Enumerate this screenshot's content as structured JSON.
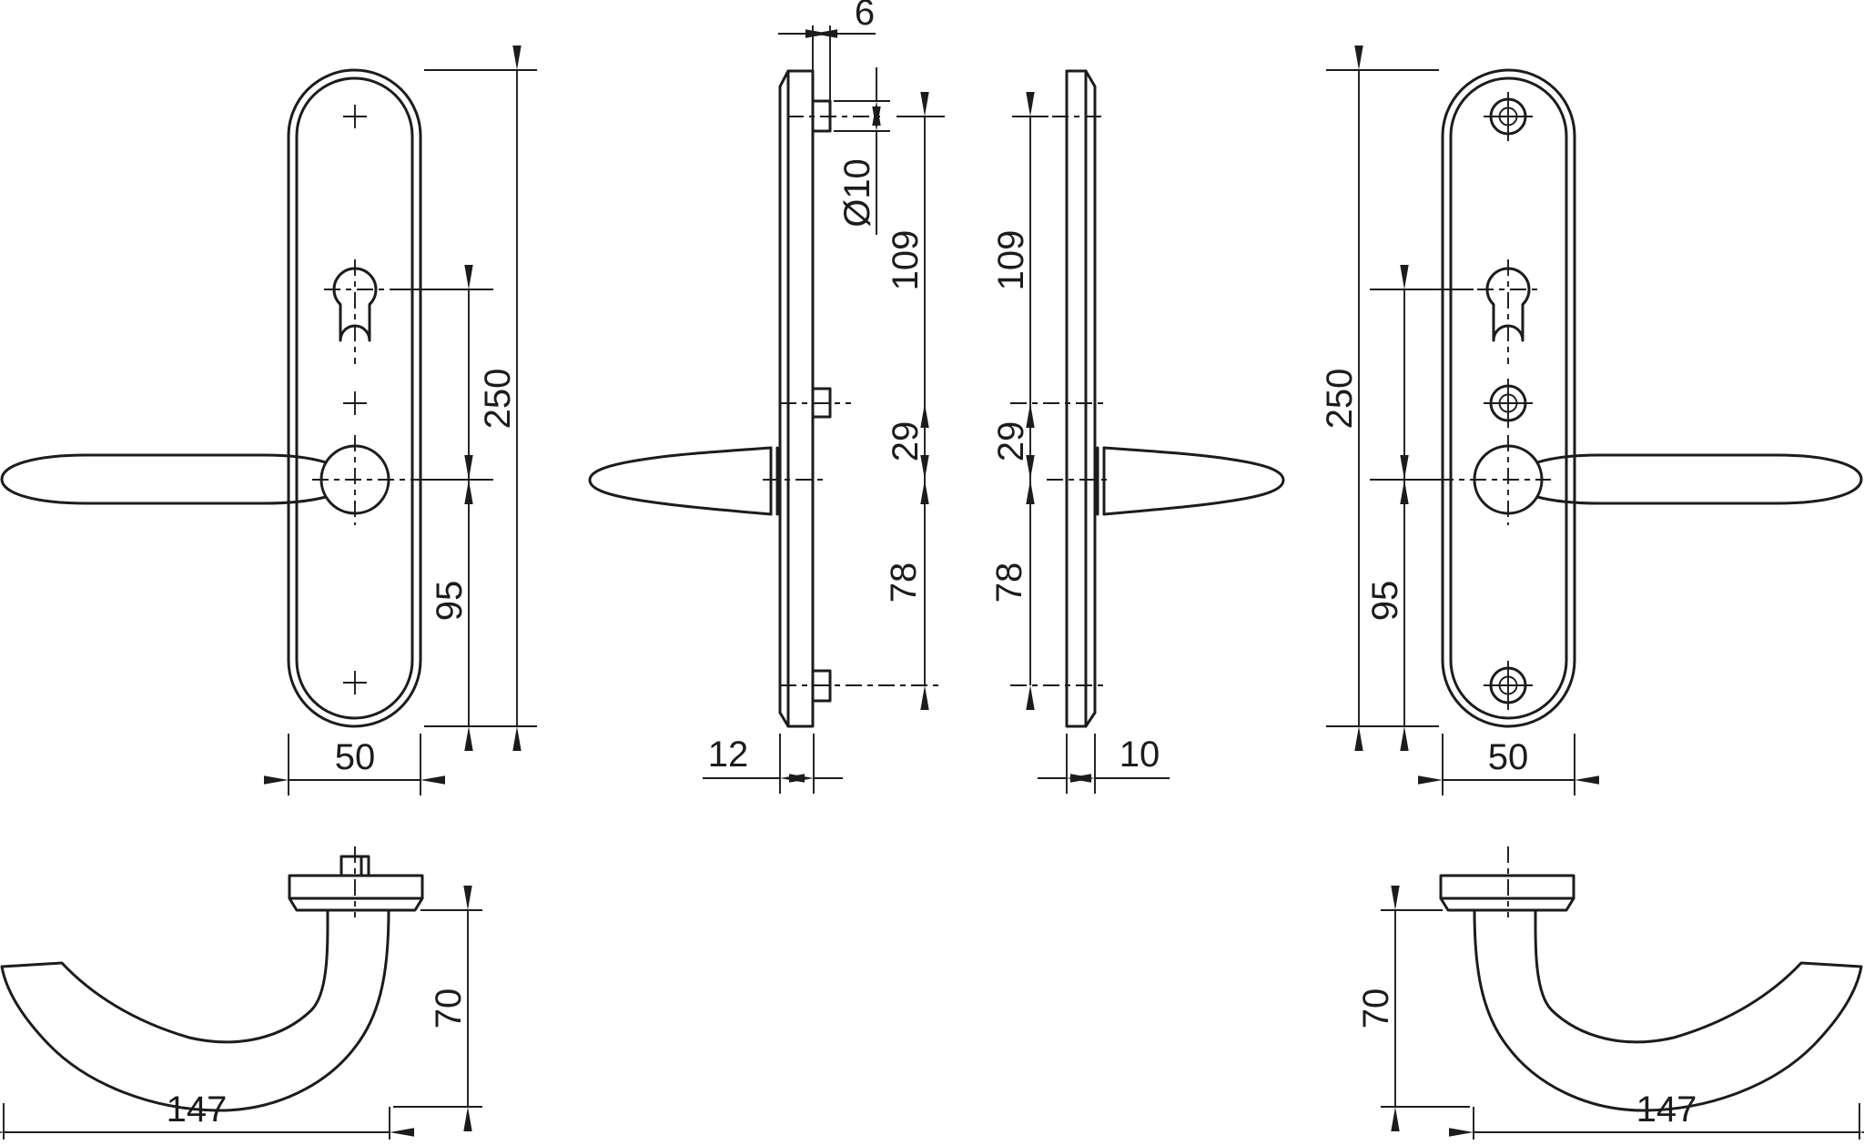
{
  "drawing": {
    "type": "dimensioned technical drawing",
    "subject": "lever door handle set with long backplates",
    "background": "#ffffff",
    "line_color": "#1c1c1c",
    "views": {
      "front_exterior": {
        "height": "250",
        "handle_to_bottom": "95",
        "width": "50"
      },
      "profile_outer": {
        "stud_width": "6",
        "stud_diameter": "Ø10",
        "top_to_mid": "109",
        "mid_to_handle": "29",
        "handle_to_bottom_stud": "78",
        "thickness": "12"
      },
      "profile_inner": {
        "top_to_mid": "109",
        "mid_to_handle": "29",
        "handle_to_bottom_stud": "78",
        "thickness": "10"
      },
      "front_interior": {
        "height": "250",
        "handle_to_bottom": "95",
        "width": "50"
      },
      "lever_left": {
        "projection": "70",
        "length": "147"
      },
      "lever_right": {
        "projection": "70",
        "length": "147"
      }
    }
  }
}
